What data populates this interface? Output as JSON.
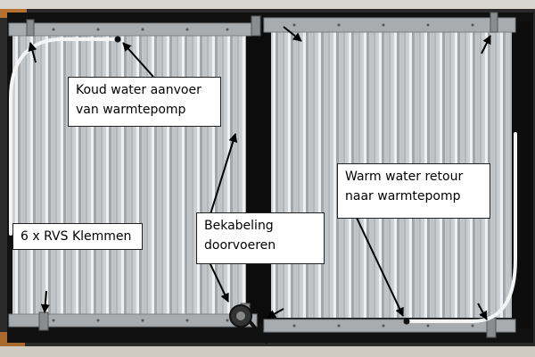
{
  "callouts": {
    "koud_water": {
      "line1": "Koud water aanvoer",
      "line2": "van warmtepomp"
    },
    "warm_water": {
      "line1": "Warm water retour",
      "line2": "naar warmtepomp"
    },
    "klemmen": {
      "label": "6 x RVS Klemmen"
    },
    "bekabeling": {
      "line1": "Bekabeling",
      "line2": "doorvoeren"
    }
  },
  "colors": {
    "panel_metal": "#c9ccce",
    "frame_dark": "#111111",
    "rail": "#a8abad",
    "hose": "#f2f2f2",
    "callout_bg": "#ffffff",
    "arrow": "#000000"
  }
}
